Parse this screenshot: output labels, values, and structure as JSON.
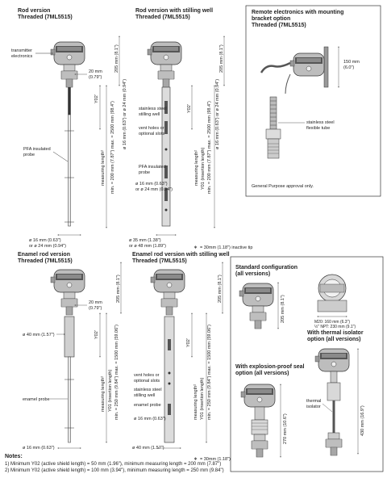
{
  "sections": {
    "rod": {
      "title": "Rod version",
      "subtitle": "Threaded (7ML5515)"
    },
    "rod_well": {
      "title": "Rod version with stilling well",
      "subtitle": "Threaded (7ML5515)"
    },
    "remote": {
      "title": "Remote electronics with mounting",
      "title2": "bracket option",
      "subtitle": "Threaded (7ML5515)"
    },
    "enamel": {
      "title": "Enamel rod version",
      "subtitle": "Threaded (7ML5515)"
    },
    "enamel_well": {
      "title": "Enamel rod version with stilling well",
      "subtitle": "Threaded (7ML5515)"
    },
    "standard": {
      "title": "Standard configuration",
      "subtitle": "(all versions)"
    },
    "thermal": {
      "title": "With thermal isolator",
      "subtitle": "option (all versions)"
    },
    "explosion": {
      "title": "With explosion-proof seal",
      "subtitle": "option (all versions)"
    }
  },
  "labels": {
    "transmitter": "transmitter",
    "electronics": "electronics",
    "pfa1": "PFA insulated",
    "pfa2": "probe",
    "stilling1": "stainless steel",
    "stilling2": "stilling well",
    "vent1": "vent holes or",
    "vent2": "optional slots",
    "pfa_probe1": "PFA insulated",
    "pfa_probe2": "probe",
    "flex1": "stainless steel",
    "flex2": "flexible tube",
    "gp": "General Purpose approval only.",
    "enamel_probe": "enamel probe",
    "enamel_probe2": "enamel probe",
    "vent3": "vent holes or",
    "vent4": "optional slots",
    "stilling3": "stainless steel",
    "stilling4": "stilling well",
    "thermal1": "thermal",
    "thermal2": "isolator"
  },
  "dims": {
    "d20": "20 mm",
    "d20in": "(0.79\")",
    "d205": "205 mm (8.1\")",
    "y02": "Y02'",
    "meas": "measuring length²",
    "y01": "Y01 (insertion length)",
    "rod_range": "min. = 200 mm (7.87\") max. = 2500 mm (98.4\")",
    "rod_dia": "ø 16 mm (0.63\") or ø 24 mm (0.94\")",
    "rod_d16": "ø 16 mm (0.63\")",
    "rod_d24": "or ø 24 mm (0.94\")",
    "well_d16": "ø 16 mm (0.63\")",
    "well_d24": "or ø 24 mm (0.94\")",
    "well_d35": "ø 35 mm (1.38\")",
    "well_d48": "or ø 48 mm (1.89\")",
    "tip": "= 30mm (1.18\") inactive tip",
    "d150": "150 mm",
    "d150in": "(6.0\")",
    "en_d40": "ø 40 mm (1.57\")",
    "en_d16": "ø 16 mm (0.63\")",
    "en_range": "min. = 250 mm (9.84\") max. = 1500 mm (59.06\")",
    "en_well_d16": "ø 16 mm (0.63\")",
    "en_well_d40": "ø 40 mm (1.57\")",
    "std_205": "205 mm (8.1\")",
    "std_m20": "M20: 160 mm (6.3\")",
    "std_npt": "½\" NPT: 230 mm (9.1\")",
    "thermal_430": "430 mm (16.9\")",
    "exp_270": "270 mm (10.6\")"
  },
  "notes": {
    "title": "Notes:",
    "n1": "1) Minimum Y02 (active shield length) = 50 mm (1.96\"), minimum measuring length = 200 mm (7.87\")",
    "n2": "2) Minimum Y02 (active shield length) = 100 mm (3.94\"), minimum measuring length = 250 mm (9.84\")"
  }
}
